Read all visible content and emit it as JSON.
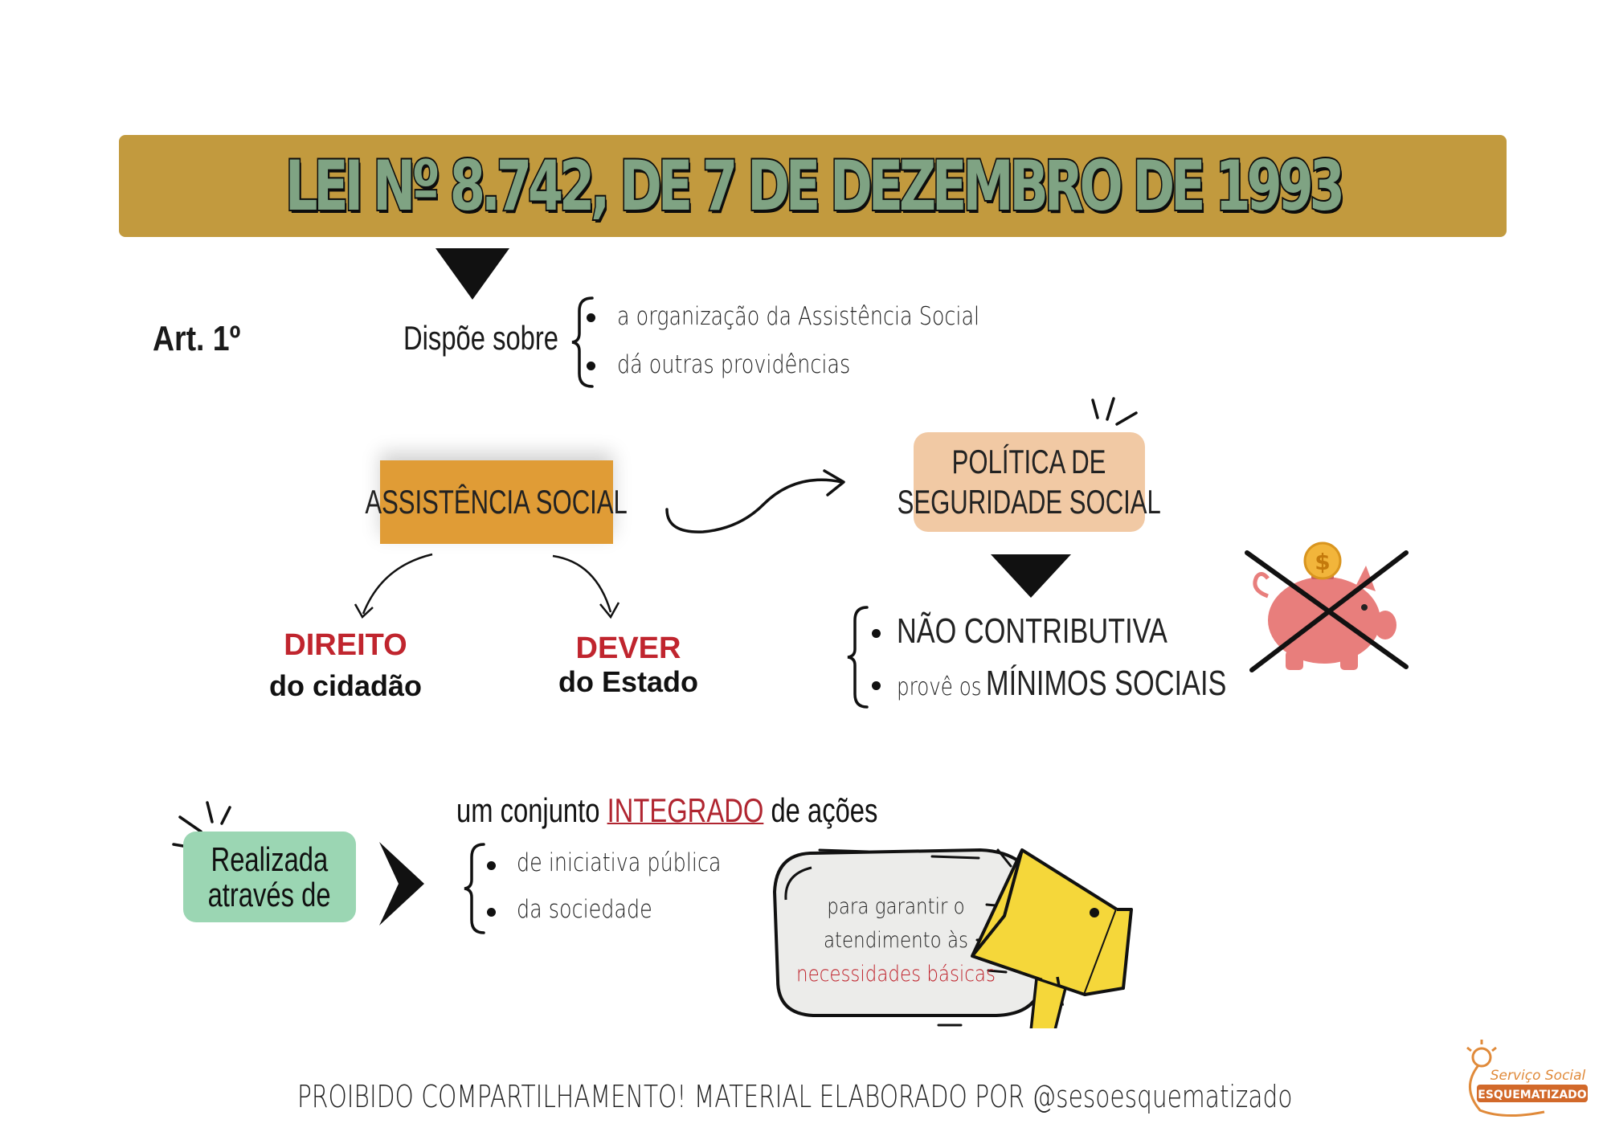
{
  "title": "LEI Nº 8.742, DE 7 DE DEZEMBRO DE 1993",
  "article": "Art. 1º",
  "dispoe": {
    "label": "Dispõe sobre",
    "items": [
      "a organização da Assistência Social",
      "dá outras providências"
    ]
  },
  "assistencia": {
    "label": "ASSISTÊNCIA SOCIAL",
    "direito": {
      "keyword": "DIREITO",
      "rest": "do cidadão"
    },
    "dever": {
      "keyword": "DEVER",
      "rest": "do Estado"
    }
  },
  "politica": {
    "line1": "POLÍTICA DE",
    "line2": "SEGURIDADE SOCIAL",
    "items": [
      {
        "text": "NÃO CONTRIBUTIVA"
      },
      {
        "prefix": "provê os",
        "text": "MÍNIMOS SOCIAIS"
      }
    ]
  },
  "realizada": {
    "line1": "Realizada",
    "line2": "através de"
  },
  "conjunto": {
    "before": "um conjunto",
    "highlight": "INTEGRADO",
    "after": "de ações",
    "items": [
      "de iniciativa pública",
      "da sociedade"
    ]
  },
  "garantir": {
    "line1": "para garantir o",
    "line2": "atendimento às",
    "line3": "necessidades básicas"
  },
  "piggy": {
    "symbol": "$"
  },
  "footer": "PROIBIDO COMPARTILHAMENTO!  MATERIAL ELABORADO POR @sesoesquematizado",
  "logo": {
    "line1": "Serviço Social",
    "line2": "ESQUEMATIZADO"
  },
  "colors": {
    "banner": "#c29a3e",
    "title_fill": "#7fa383",
    "assistencia": "#e09c36",
    "politica": "#f1c9a4",
    "realizada": "#9bd6b3",
    "accent_red": "#c0252e",
    "megaphone": "#f5d73a",
    "piggy": "#e87e7c"
  }
}
